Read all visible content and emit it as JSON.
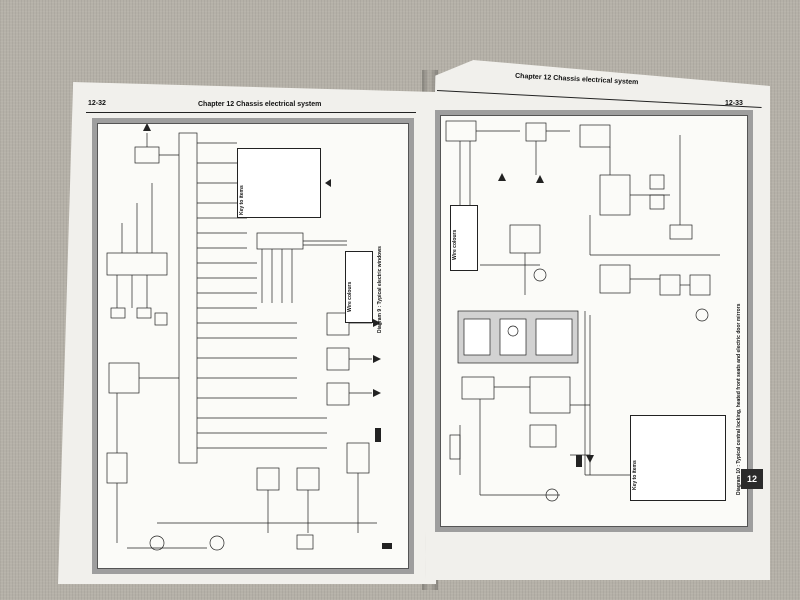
{
  "left_page": {
    "page_number": "12-32",
    "header": "Chapter 12  Chassis electrical system",
    "diagram_caption": "Diagram 9 : Typical electric windows",
    "key_title": "Key to items",
    "wire_colours_title": "Wire colours"
  },
  "right_page": {
    "page_number": "12-33",
    "header": "Chapter 12  Chassis electrical system",
    "section_tab": "12",
    "diagram_caption": "Diagram 10 : Typical central locking, heated front seats and electric door mirrors",
    "wire_colours_title": "Wire colours",
    "key_title": "Key to items"
  },
  "colors": {
    "paper": "#f1f0ec",
    "frame": "#9e9e9e",
    "tab": "#2b2b2b",
    "background": "#b5b1a8"
  }
}
